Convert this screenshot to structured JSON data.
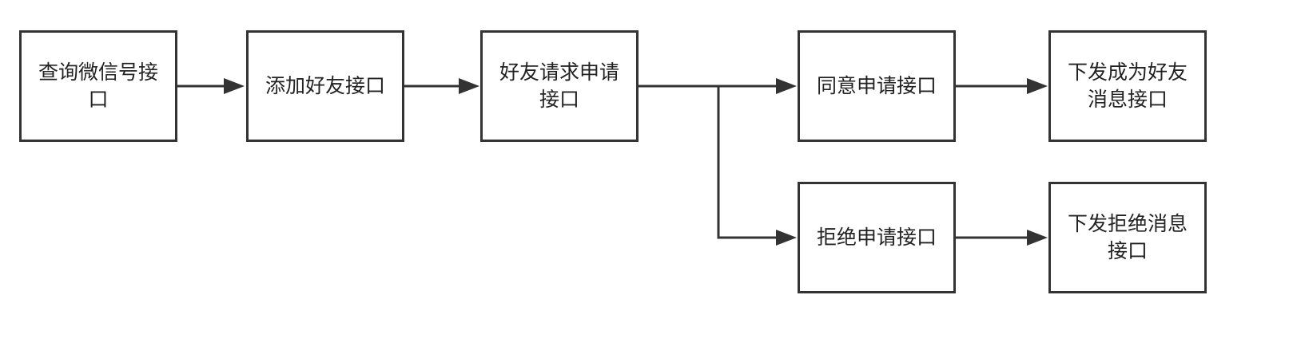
{
  "diagram": {
    "type": "flowchart",
    "nodes": [
      {
        "id": "n1",
        "label": "查询微信号接口"
      },
      {
        "id": "n2",
        "label": "添加好友接口"
      },
      {
        "id": "n3",
        "label": "好友请求申请接口"
      },
      {
        "id": "n4",
        "label": "同意申请接口"
      },
      {
        "id": "n5",
        "label": "下发成为好友消息接口"
      },
      {
        "id": "n6",
        "label": "拒绝申请接口"
      },
      {
        "id": "n7",
        "label": "下发拒绝消息接口"
      }
    ],
    "edges": [
      {
        "from": "n1",
        "to": "n2"
      },
      {
        "from": "n2",
        "to": "n3"
      },
      {
        "from": "n3",
        "to": "n4"
      },
      {
        "from": "n3",
        "to": "n6"
      },
      {
        "from": "n4",
        "to": "n5"
      },
      {
        "from": "n6",
        "to": "n7"
      }
    ],
    "colors": {
      "stroke": "#333333",
      "text": "#222222",
      "background": "#ffffff"
    }
  }
}
